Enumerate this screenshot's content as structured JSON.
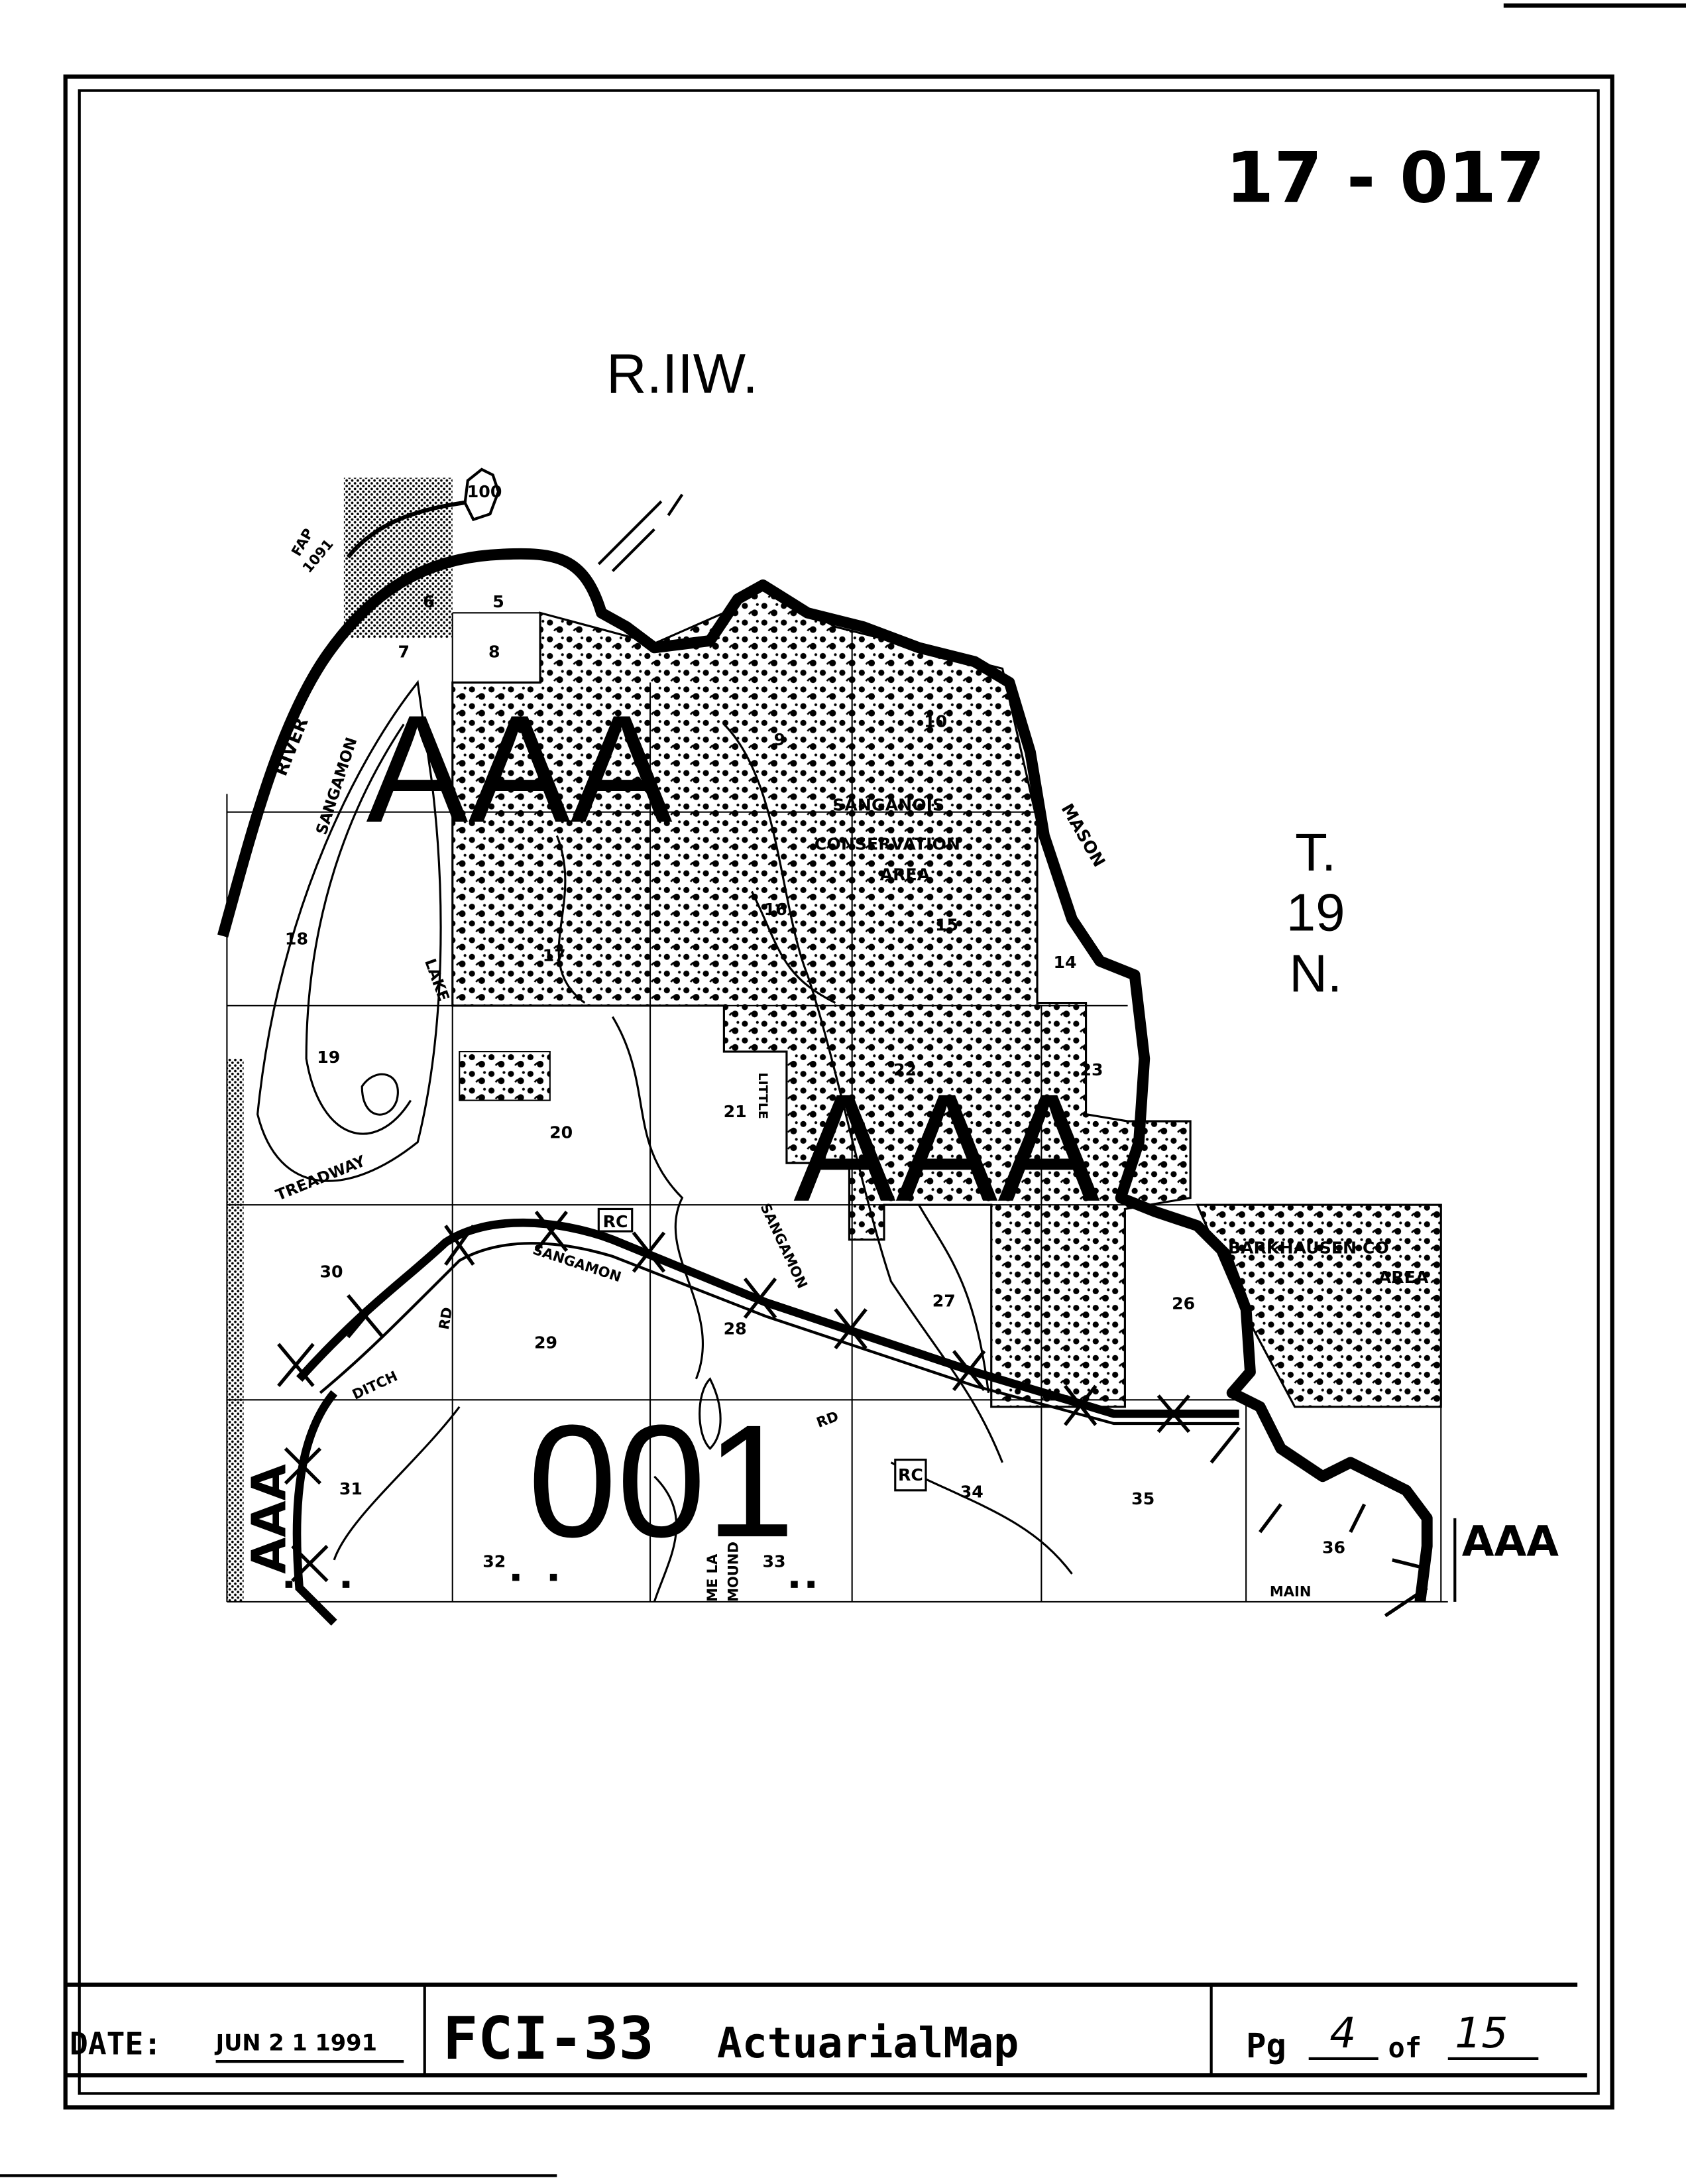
{
  "header": {
    "map_code": "17 - 017",
    "range": "R.IIW."
  },
  "township": {
    "t": "T.",
    "num": "19",
    "n": "N."
  },
  "map_labels": {
    "river": "RIVER",
    "sangamon": "SANGAMON",
    "lake": "LAKE",
    "treadway": "TREADWAY",
    "sanganois": "SANGANOIS",
    "conservation": "CONSERVATION",
    "area": "AREA",
    "mason": "MASON",
    "little": "LITTLE",
    "sangamon2": "SANGAMON",
    "barkhausen": "BARKHAUSEN CO",
    "barkhausen_area": "AREA",
    "ditch": "DITCH",
    "rd": "RD",
    "rd2": "RD",
    "mound": "MOUND",
    "lake2": "ME LA",
    "main": "MAIN",
    "rc": "RC",
    "rc2": "RC",
    "fap": "FAP",
    "fap_num": "1091",
    "route": "100",
    "sangamon_road": "SANGAMON"
  },
  "sections": [
    "5",
    "6",
    "7",
    "8",
    "9",
    "10",
    "14",
    "15",
    "16",
    "17",
    "18",
    "19",
    "20",
    "21",
    "22",
    "23",
    "26",
    "27",
    "28",
    "29",
    "30",
    "31",
    "32",
    "33",
    "34",
    "35",
    "36"
  ],
  "overlay_codes": {
    "zone_a": "AAA",
    "zone_b": "AAA",
    "zone_c": "AAA",
    "zone_d": "AAA",
    "district": "001"
  },
  "footer": {
    "date_label": "DATE:",
    "date_value": "JUN 2 1 1991",
    "form_id": "FCI-33",
    "form_title": "ActuarialMap",
    "page_label": "Pg",
    "page_num": "4",
    "of_label": "of",
    "page_total": "15"
  }
}
